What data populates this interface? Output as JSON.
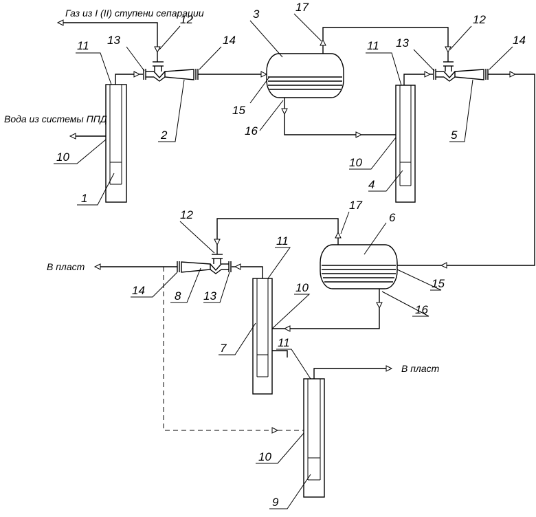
{
  "captions": {
    "gas_source": "Газ из I (II) ступени сепарации",
    "water_source": "Вода из системы ППД",
    "to_formation_left": "В пласт",
    "to_formation_right": "В пласт"
  },
  "labels": {
    "n1": "1",
    "n2": "2",
    "n3": "3",
    "n4": "4",
    "n5": "5",
    "n6": "6",
    "n7": "7",
    "n8": "8",
    "n9": "9",
    "n10a": "10",
    "n10b": "10",
    "n10c": "10",
    "n10d": "10",
    "n11a": "11",
    "n11b": "11",
    "n11c": "11",
    "n11d": "11",
    "n12a": "12",
    "n12b": "12",
    "n12c": "12",
    "n13a": "13",
    "n13b": "13",
    "n13c": "13",
    "n14a": "14",
    "n14b": "14",
    "n14c": "14",
    "n15a": "15",
    "n15b": "15",
    "n16a": "16",
    "n16b": "16",
    "n17a": "17",
    "n17b": "17"
  }
}
